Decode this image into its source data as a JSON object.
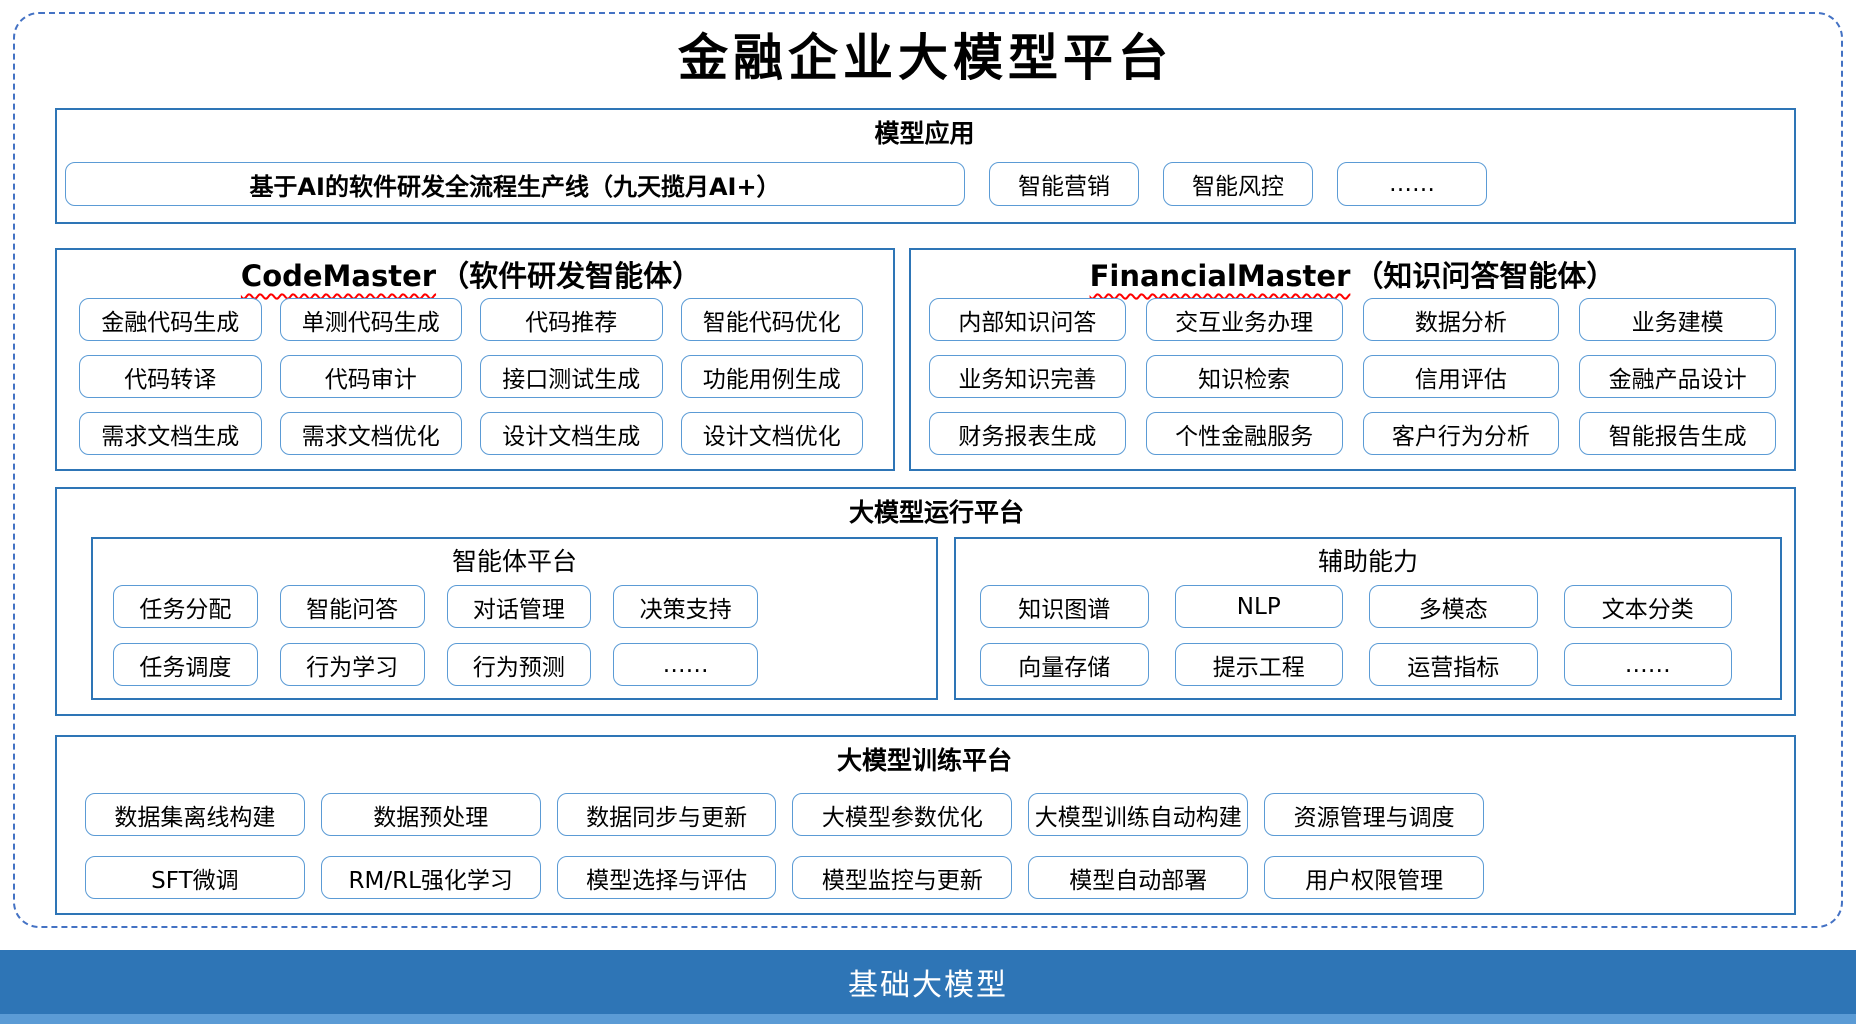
{
  "title": "金融企业大模型平台",
  "colors": {
    "section_border": "#2E75B6",
    "item_border": "#5B9BD5",
    "dashed_frame": "#4472C4",
    "wavy_underline": "#FF0000",
    "foundation_bar": "#2E75B6",
    "foundation_strip": "#5B9BD5"
  },
  "model_applications": {
    "header": "模型应用",
    "main_item": "基于AI的软件研发全流程生产线（九天揽月AI+）",
    "items": [
      "智能营销",
      "智能风控",
      "……"
    ]
  },
  "agents": [
    {
      "name_en": "CodeMaster",
      "name_zh": "（软件研发智能体）",
      "items": [
        "金融代码生成",
        "单测代码生成",
        "代码推荐",
        "智能代码优化",
        "代码转译",
        "代码审计",
        "接口测试生成",
        "功能用例生成",
        "需求文档生成",
        "需求文档优化",
        "设计文档生成",
        "设计文档优化"
      ]
    },
    {
      "name_en": "FinancialMaster",
      "name_zh": "（知识问答智能体）",
      "items": [
        "内部知识问答",
        "交互业务办理",
        "数据分析",
        "业务建模",
        "业务知识完善",
        "知识检索",
        "信用评估",
        "金融产品设计",
        "财务报表生成",
        "个性金融服务",
        "客户行为分析",
        "智能报告生成"
      ]
    }
  ],
  "runtime_platform": {
    "header": "大模型运行平台",
    "panels": [
      {
        "title": "智能体平台",
        "items": [
          "任务分配",
          "智能问答",
          "对话管理",
          "决策支持",
          "任务调度",
          "行为学习",
          "行为预测",
          "……"
        ]
      },
      {
        "title": "辅助能力",
        "items": [
          "知识图谱",
          "NLP",
          "多模态",
          "文本分类",
          "向量存储",
          "提示工程",
          "运营指标",
          "……"
        ]
      }
    ]
  },
  "training_platform": {
    "header": "大模型训练平台",
    "items": [
      "数据集离线构建",
      "数据预处理",
      "数据同步与更新",
      "大模型参数优化",
      "大模型训练自动构建",
      "资源管理与调度",
      "SFT微调",
      "RM/RL强化学习",
      "模型选择与评估",
      "模型监控与更新",
      "模型自动部署",
      "用户权限管理"
    ]
  },
  "foundation": {
    "label": "基础大模型"
  }
}
